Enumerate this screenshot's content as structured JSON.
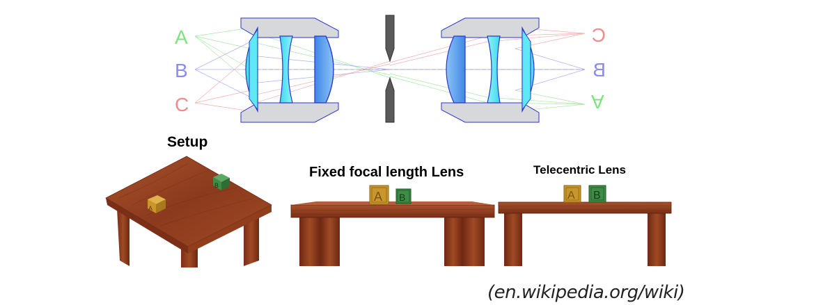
{
  "optics": {
    "labels_left": [
      {
        "text": "A",
        "color": "#7de37d"
      },
      {
        "text": "B",
        "color": "#8c8cf0"
      },
      {
        "text": "C",
        "color": "#f08c8c"
      }
    ],
    "labels_right": [
      {
        "text": "C",
        "color": "#f08c8c"
      },
      {
        "text": "B",
        "color": "#8c8cf0"
      },
      {
        "text": "A",
        "color": "#7de37d"
      }
    ]
  },
  "captions": {
    "setup": "Setup",
    "fixed": "Fixed focal length Lens",
    "telecentric": "Telecentric Lens"
  },
  "blocks": {
    "a": "A",
    "b": "B"
  },
  "colors": {
    "block_a": "#c9962c",
    "block_b": "#3f8c47",
    "wood": "#8b3a1d",
    "wood_light": "#a6522b",
    "lens_fill": "#5fe8f5",
    "lens_fill_dark": "#62a8ee",
    "lens_edge": "#2a36c8",
    "barrel": "#d6d8dc",
    "stop": "#5a5a5a"
  },
  "source": "(en.wikipedia.org/wiki)"
}
